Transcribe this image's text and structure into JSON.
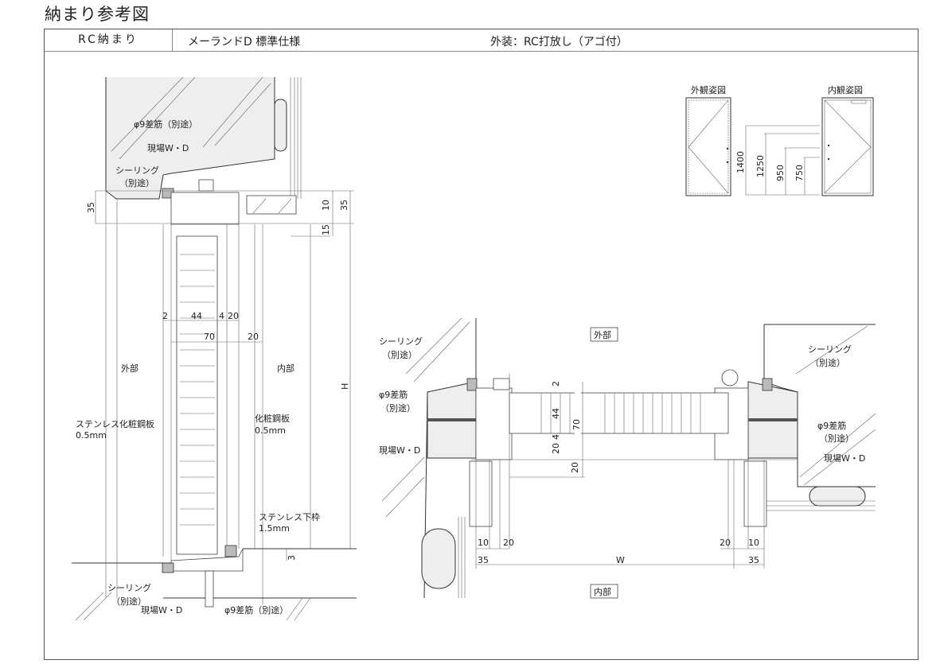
{
  "page_title": "納まり参考図",
  "header": {
    "type": "RC納まり",
    "product": "メーランドD 標準仕様",
    "exterior": "外装：RC打放し（アゴ付）"
  },
  "elevations": {
    "exterior_view": "外観姿図",
    "interior_view": "内観姿図",
    "heights": [
      "1400",
      "1250",
      "950",
      "750"
    ]
  },
  "vertical_section": {
    "rebar_top": "φ9差筋（別途）",
    "wd_top": "現場W・D",
    "sealing_top_1": "シーリング",
    "sealing_top_2": "（別途）",
    "dim_35_left": "35",
    "dim_10": "10",
    "dim_35_right": "35",
    "dim_15": "15",
    "dim_2": "2",
    "dim_44": "44",
    "dim_4": "4",
    "dim_20a": "20",
    "dim_70": "70",
    "dim_20b": "20",
    "outside": "外部",
    "inside": "内部",
    "dim_H": "H",
    "stainless_panel_1": "ステンレス化粧鋼板",
    "stainless_panel_2": "0.5mm",
    "steel_panel_1": "化粧鋼板",
    "steel_panel_2": "0.5mm",
    "sill_1": "ステンレス下枠",
    "sill_2": "1.5mm",
    "dim_3": "3",
    "sealing_bottom_1": "シーリング",
    "sealing_bottom_2": "（別途）",
    "wd_bottom": "現場W・D",
    "rebar_bottom": "φ9差筋（別途）"
  },
  "plan_section": {
    "outside": "外部",
    "inside": "内部",
    "sealing_left_1": "シーリング",
    "sealing_left_2": "（別途）",
    "rebar_left_1": "φ9差筋",
    "rebar_left_2": "（別途）",
    "wd_left": "現場W・D",
    "sealing_right_1": "シーリング",
    "sealing_right_2": "（別途）",
    "rebar_right_1": "φ9差筋",
    "rebar_right_2": "（別途）",
    "wd_right": "現場W・D",
    "dim_2": "2",
    "dim_44": "44",
    "dim_70": "70",
    "dim_4": "4",
    "dim_20a": "20",
    "dim_20b": "20",
    "dim_10_left": "10",
    "dim_20_left": "20",
    "dim_20_right": "20",
    "dim_10_right": "10",
    "dim_35_left": "35",
    "dim_W": "W",
    "dim_35_right": "35"
  }
}
